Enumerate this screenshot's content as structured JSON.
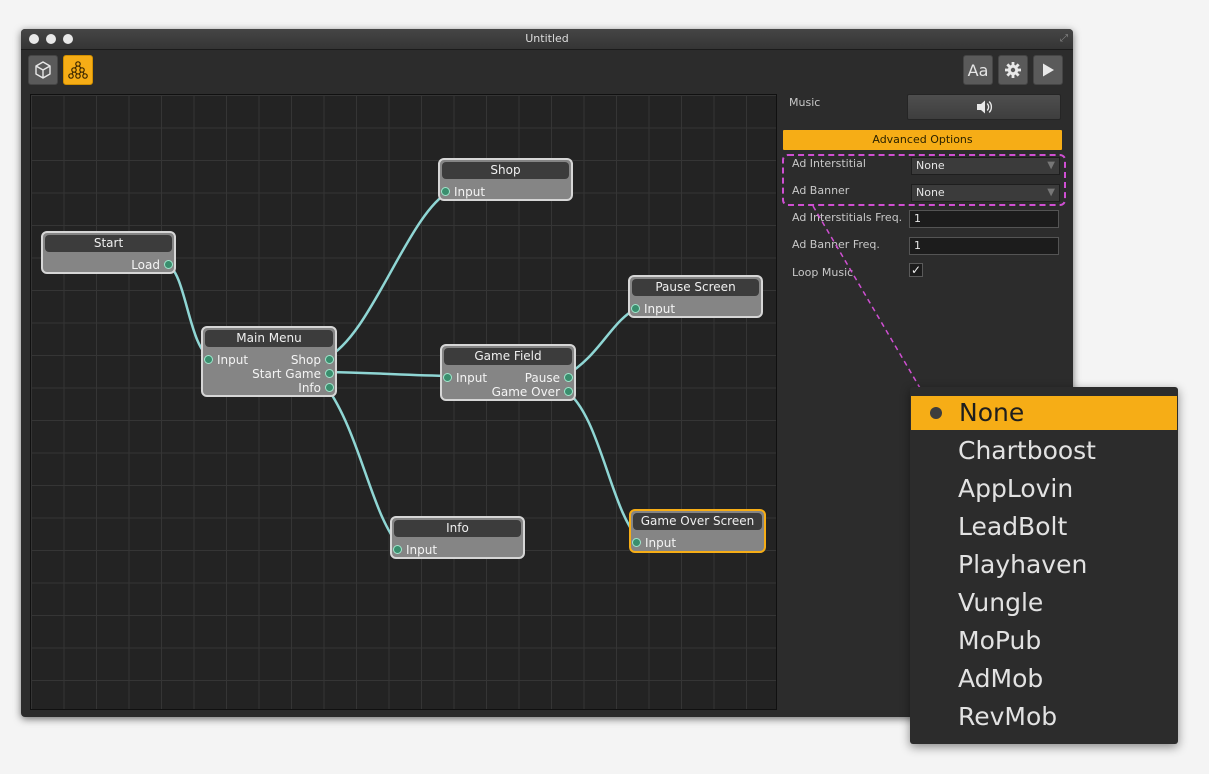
{
  "window": {
    "title": "Untitled"
  },
  "toolbar": {
    "left": [
      {
        "name": "scene-view-button",
        "icon": "cube-icon",
        "active": false
      },
      {
        "name": "flow-view-button",
        "icon": "node-graph-icon",
        "active": true
      }
    ],
    "right": [
      {
        "name": "font-button",
        "label": "Aa"
      },
      {
        "name": "settings-button",
        "icon": "gear-icon"
      },
      {
        "name": "play-button",
        "icon": "play-icon"
      }
    ]
  },
  "nodes": [
    {
      "id": "start",
      "title": "Start",
      "inputs": [],
      "outputs": [
        "Load"
      ],
      "selected": false
    },
    {
      "id": "main-menu",
      "title": "Main Menu",
      "inputs": [
        "Input"
      ],
      "outputs": [
        "Shop",
        "Start Game",
        "Info"
      ],
      "selected": false
    },
    {
      "id": "shop",
      "title": "Shop",
      "inputs": [
        "Input"
      ],
      "outputs": [],
      "selected": false
    },
    {
      "id": "game-field",
      "title": "Game Field",
      "inputs": [
        "Input"
      ],
      "outputs": [
        "Pause",
        "Game Over"
      ],
      "selected": false
    },
    {
      "id": "pause-screen",
      "title": "Pause Screen",
      "inputs": [
        "Input"
      ],
      "outputs": [],
      "selected": false
    },
    {
      "id": "info",
      "title": "Info",
      "inputs": [
        "Input"
      ],
      "outputs": [],
      "selected": false
    },
    {
      "id": "game-over-screen",
      "title": "Game Over Screen",
      "inputs": [
        "Input"
      ],
      "outputs": [],
      "selected": true
    }
  ],
  "connections": [
    {
      "from": "Start.Load",
      "to": "Main Menu.Input"
    },
    {
      "from": "Main Menu.Shop",
      "to": "Shop.Input"
    },
    {
      "from": "Main Menu.Start Game",
      "to": "Game Field.Input"
    },
    {
      "from": "Main Menu.Info",
      "to": "Info.Input"
    },
    {
      "from": "Game Field.Pause",
      "to": "Pause Screen.Input"
    },
    {
      "from": "Game Field.Game Over",
      "to": "Game Over Screen.Input"
    }
  ],
  "panel": {
    "music_label": "Music",
    "music_icon": "speaker-icon",
    "advanced_label": "Advanced Options",
    "ad_interstitial_label": "Ad Interstitial",
    "ad_interstitial_value": "None",
    "ad_banner_label": "Ad Banner",
    "ad_banner_value": "None",
    "ad_interstitial_freq_label": "Ad Interstitials Freq.",
    "ad_interstitial_freq_value": "1",
    "ad_banner_freq_label": "Ad Banner Freq.",
    "ad_banner_freq_value": "1",
    "loop_music_label": "Loop Music",
    "loop_music_checked": true,
    "check_glyph": "✓"
  },
  "dropdown": {
    "selected": "None",
    "options": [
      "None",
      "Chartboost",
      "AppLovin",
      "LeadBolt",
      "Playhaven",
      "Vungle",
      "MoPub",
      "AdMob",
      "RevMob"
    ]
  },
  "colors": {
    "accent": "#f6ad16",
    "connection": "#8fd6d4",
    "callout": "#cf4fd2",
    "window_bg": "#2c2c2c",
    "canvas_bg": "#232323"
  }
}
